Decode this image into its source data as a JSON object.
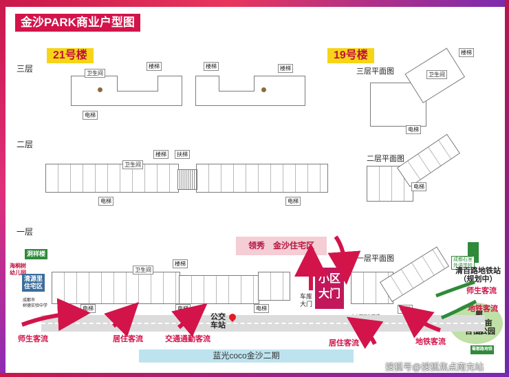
{
  "title": "金沙PARK商业户型图",
  "buildings": {
    "b21": "21号楼",
    "b19": "19号楼"
  },
  "floors": {
    "f3": "三层",
    "f2": "二层",
    "f1": "一层"
  },
  "plan_titles": {
    "f3": "三层平面图",
    "f2": "二层平面图",
    "f1": "一层平面图"
  },
  "labels": {
    "stairs": "楼梯",
    "toilet": "卫生间",
    "elevator": "电梯",
    "escalator": "扶梯",
    "garage_gate": "车库\n大门",
    "community_gate": "小区\n大门",
    "bus_stop": "公交\n车站",
    "metro": "清百路地铁站\n（规划中）",
    "road": "蜀\n江\n路",
    "park": "1700亩\n百仁公园",
    "park_tag": "蜀都路地铁",
    "school": "成都石室\n外语学校",
    "school_flow": "师生客流",
    "metro_flow": "地铁客流",
    "community_small": "本小区居住区域",
    "kindergarten": "海桐树\n幼儿园",
    "dongxiang": "洞祥楼",
    "qingyuanli": "清源里\n住宅区",
    "school2": "成都市\n树德实验中学"
  },
  "pink_banner": "领秀　金沙住宅区",
  "bottom_bar": "蓝光coco金沙二期",
  "flows": [
    "师生客流",
    "居住客流",
    "交通通勤客流",
    "居住客流",
    "地铁客流"
  ],
  "watermark": "搜狐号@搜狐焦点南充站",
  "colors": {
    "accent": "#d2144a",
    "yellow": "#f6d417",
    "green": "#2f8a3a",
    "blue_bar": "#bde3ef"
  }
}
